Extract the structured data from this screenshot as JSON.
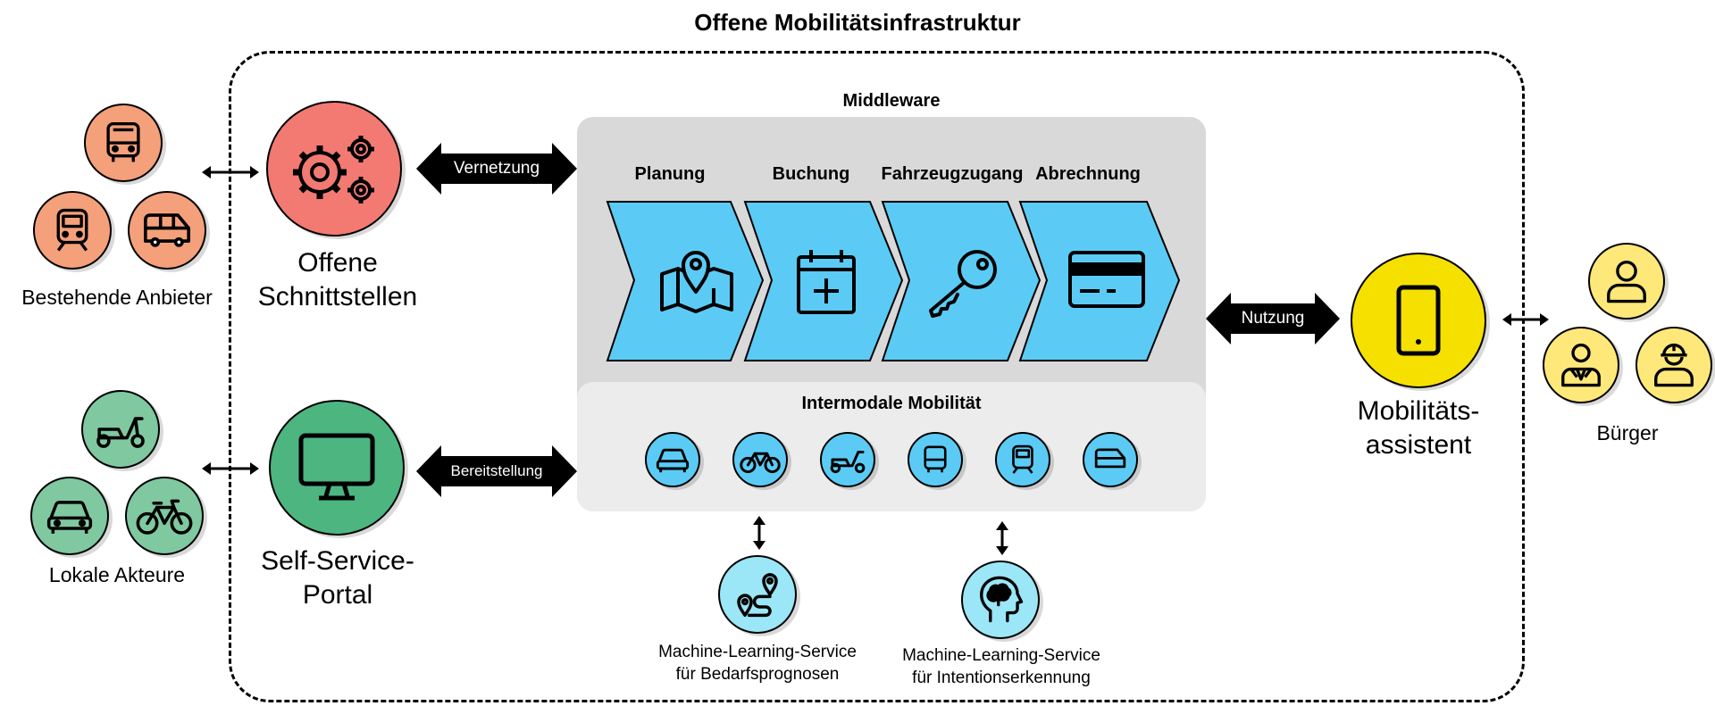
{
  "title": "Offene Mobilitätsinfrastruktur",
  "colors": {
    "salmon": "#f4a07b",
    "red": "#f27a72",
    "green": "#7fc8a0",
    "green_dark": "#4db580",
    "blue": "#5bcbf5",
    "light_blue": "#9be6f7",
    "yellow": "#ffe87a",
    "yellow_dark": "#f5e000",
    "grey": "#d9d9d9"
  },
  "left": {
    "providers_label": "Bestehende Anbieter",
    "providers_icons": [
      "bus-icon",
      "train-icon",
      "van-icon"
    ],
    "local_label": "Lokale Akteure",
    "local_icons": [
      "scooter-icon",
      "car-icon",
      "bicycle-icon"
    ]
  },
  "hubs": {
    "interfaces_label_1": "Offene",
    "interfaces_label_2": "Schnittstellen",
    "interfaces_icon": "gears-icon",
    "portal_label_1": "Self-Service-",
    "portal_label_2": "Portal",
    "portal_icon": "monitor-icon"
  },
  "arrows": {
    "vernetzung": "Vernetzung",
    "bereitstellung": "Bereitstellung",
    "nutzung": "Nutzung"
  },
  "middleware": {
    "title": "Middleware",
    "steps": [
      {
        "label": "Planung",
        "icon": "map-pin-icon"
      },
      {
        "label": "Buchung",
        "icon": "calendar-plus-icon"
      },
      {
        "label": "Fahrzeugzugang",
        "icon": "key-icon"
      },
      {
        "label": "Abrechnung",
        "icon": "credit-card-icon"
      }
    ],
    "intermodal_title": "Intermodale Mobilität",
    "intermodal_icons": [
      "car-icon",
      "bicycle-icon",
      "scooter-icon",
      "bus-icon",
      "train-icon",
      "van-icon"
    ]
  },
  "ml": {
    "demand_1": "Machine-Learning-Service",
    "demand_2": "für Bedarfsprognosen",
    "demand_icon": "route-icon",
    "intention_1": "Machine-Learning-Service",
    "intention_2": "für Intentionserkennung",
    "intention_icon": "brain-head-icon"
  },
  "right": {
    "assistant_1": "Mobilitäts-",
    "assistant_2": "assistent",
    "assistant_icon": "smartphone-icon",
    "citizens_label": "Bürger",
    "citizens_icons": [
      "person-icon",
      "business-person-icon",
      "worker-icon"
    ]
  }
}
